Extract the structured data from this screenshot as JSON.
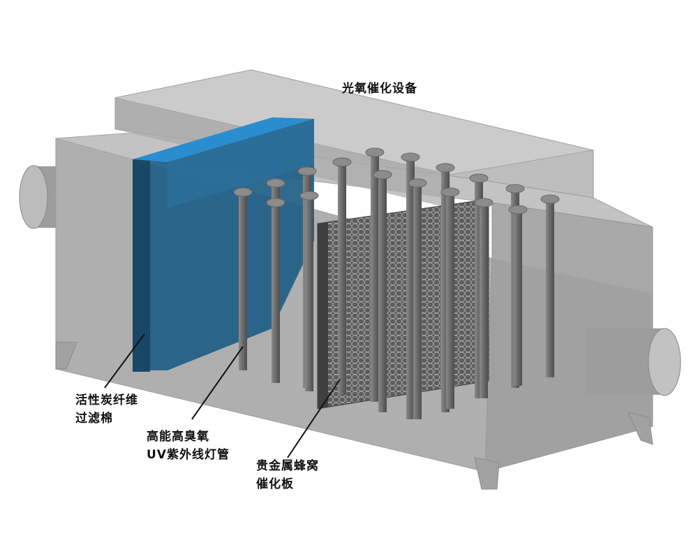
{
  "title": "光氧催化设备",
  "labels": {
    "filter": {
      "line1": "活性炭纤维",
      "line2": "过滤棉"
    },
    "uv_lamp": {
      "line1": "高能高臭氧",
      "line2": "UV紫外线灯管"
    },
    "catalyst": {
      "line1": "贵金属蜂窝",
      "line2": "催化板"
    }
  },
  "colors": {
    "housing": "#b3b3b3",
    "housing_dark": "#8f8f8f",
    "filter_blue": "#1f5f86",
    "filter_edge": "#2f9be0",
    "lamp": "#6c6c6c",
    "honeycomb": "#5a5a5a"
  }
}
